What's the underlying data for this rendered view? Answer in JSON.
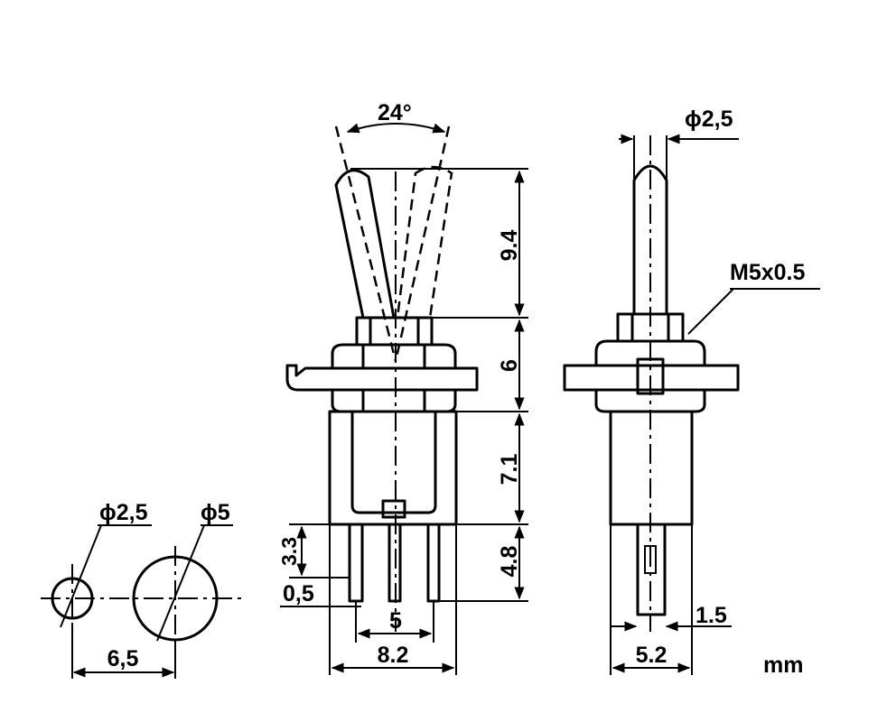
{
  "dimensions": {
    "angle": "24°",
    "lever_dia": "ϕ2,5",
    "thread": "M5x0.5",
    "lever_length": "9.4",
    "bushing_height": "6",
    "body_height": "7.1",
    "pin_length": "4.8",
    "pin_slot": "3.3",
    "pin_thickness": "0,5",
    "pin_pitch": "5",
    "body_width": "8.2",
    "side_width": "5.2",
    "side_pin": "1.5",
    "hole_small": "ϕ2,5",
    "hole_large": "ϕ5",
    "hole_spacing": "6,5"
  },
  "unit": "mm"
}
